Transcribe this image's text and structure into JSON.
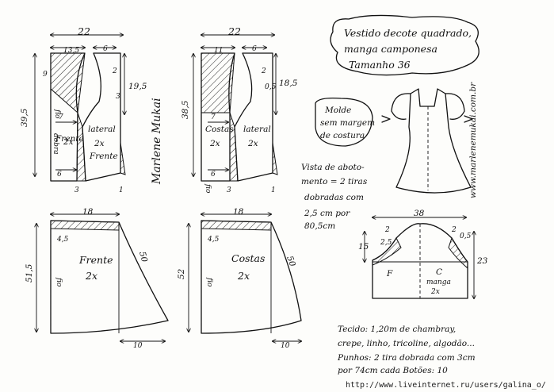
{
  "title": {
    "line1": "Vestido decote quadrado,",
    "line2": "manga camponesa",
    "line3": "Tamanho 36"
  },
  "note_molde": {
    "line1": "Molde",
    "line2": "sem margem",
    "line3": "de costura"
  },
  "vista": {
    "line1": "Vista de aboto-",
    "line2": "mento = 2 tiras",
    "line3": "dobradas com",
    "line4": "2,5 cm por",
    "line5": "80,5cm"
  },
  "fabric": {
    "line1": "Tecido: 1,20m de chambray,",
    "line2": "crepe, linho, tricoline, algodão...",
    "line3": "Punhos: 2 tira dobrada com 3cm",
    "line4": "por 74cm cada  Botões: 10"
  },
  "website_vertical": "www.marlenemukai.com.br",
  "watermark": "http://www.liveinternet.ru/users/galina_o/",
  "signature": "Marlene Mukai",
  "bodice_front": {
    "width": "22",
    "top_left": "13,5",
    "top_right": "6",
    "total_height": "39,5",
    "upper_height": "9",
    "right_height": "19,5",
    "small_a": "2",
    "small_b": "3",
    "waist_mark": "7",
    "bottom_mark": "6",
    "fio": "fio",
    "dobra": "dobra",
    "label_front": "Frente",
    "label_front_qty": "2x",
    "label_lateral": "lateral",
    "label_lateral_qty": "2x",
    "label_lateral_sub": "Frente",
    "mark_3": "3",
    "mark_1": "1"
  },
  "bodice_back": {
    "width": "22",
    "top_left": "11",
    "top_right": "6",
    "total_height": "38,5",
    "right_height": "18,5",
    "small_a": "2",
    "small_b": "0,5",
    "waist_mark": "7",
    "bottom_mark": "6",
    "label_back": "Costas",
    "label_back_qty": "2x",
    "label_lateral": "lateral",
    "label_lateral_qty": "2x",
    "mark_3": "3",
    "mark_1": "1",
    "fio": "fio"
  },
  "skirt_front": {
    "top": "18",
    "left_height": "51,5",
    "side": "50",
    "bottom": "10",
    "small": "4,5",
    "label": "Frente",
    "qty": "2x",
    "fio": "fio"
  },
  "skirt_back": {
    "top": "18",
    "left_height": "52",
    "side": "50",
    "bottom": "10",
    "small": "4,5",
    "label": "Costas",
    "qty": "2x",
    "fio": "fio"
  },
  "sleeve": {
    "width": "38",
    "height_left": "15",
    "height_right": "23",
    "small_left": "2",
    "small_right": "2",
    "small_mid": "0,5",
    "small_end": "2,5",
    "label_f": "F",
    "label_c": "C",
    "label_manga": "manga",
    "qty": "2x"
  }
}
